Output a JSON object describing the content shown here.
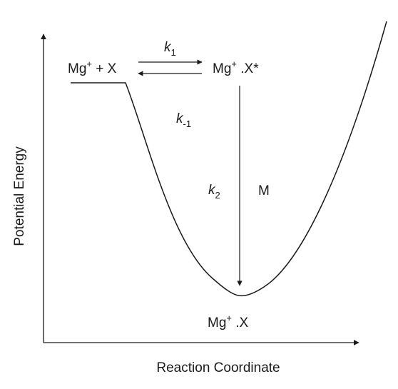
{
  "axes": {
    "x_title": "Reaction Coordinate",
    "y_title": "Potential Energy"
  },
  "species": {
    "reactants": {
      "base": "Mg",
      "sup": "+",
      "rest": " + X"
    },
    "complex": {
      "base": "Mg",
      "sup": "+",
      "rest": " .X*"
    },
    "product": {
      "base": "Mg",
      "sup": "+",
      "rest": " .X"
    }
  },
  "rates": {
    "k1": {
      "base": "k",
      "sub": "1"
    },
    "k_minus1": {
      "base": "k",
      "sub": "-1"
    },
    "k2": {
      "base": "k",
      "sub": "2"
    }
  },
  "third_body": "M",
  "colors": {
    "line": "#1a1a1a",
    "background": "#ffffff"
  }
}
